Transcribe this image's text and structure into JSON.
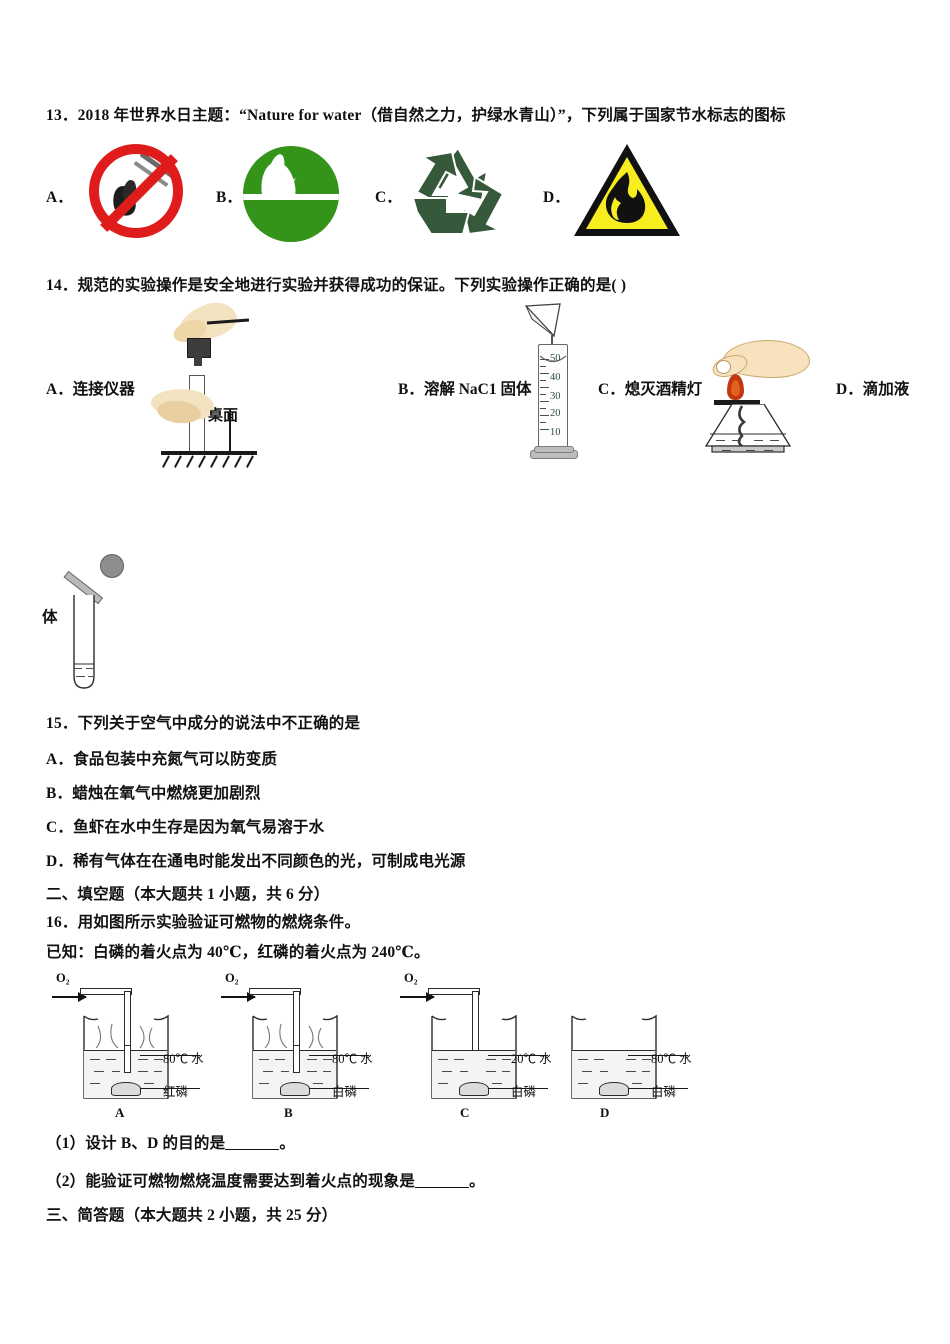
{
  "document": {
    "type": "chemistry-exam-paper",
    "language": "zh-CN"
  },
  "questions": [
    {
      "number": "13",
      "stem": "13．2018 年世界水日主题：“Nature for water（借自然之力，护绿水青山）”，下列属于国家节水标志的图标",
      "options": [
        {
          "label": "A．",
          "icon": "no-fire-icon"
        },
        {
          "label": "B．",
          "icon": "water-saving-drop-icon"
        },
        {
          "label": "C．",
          "icon": "recycling-icon"
        },
        {
          "label": "D．",
          "icon": "flammable-warning-icon"
        }
      ]
    },
    {
      "number": "14",
      "stem": "14．规范的实验操作是安全地进行实验并获得成功的保证。下列实验操作正确的是(  )",
      "options": [
        {
          "label": "A．连接仪器",
          "icon": "connect-apparatus-diagram",
          "annotation": "桌面"
        },
        {
          "label": "B．溶解 NaC1 固体",
          "icon": "graduated-cylinder-diagram",
          "scale": [
            "50",
            "40",
            "30",
            "20",
            "10"
          ]
        },
        {
          "label": "C．熄灭酒精灯",
          "icon": "extinguish-alcohol-lamp-diagram"
        },
        {
          "label": "D．滴加液",
          "icon": "dropper-test-tube-diagram",
          "continuation": "体"
        }
      ]
    },
    {
      "number": "15",
      "stem": "15．下列关于空气中成分的说法中不正确的是",
      "options": [
        {
          "label": "A．食品包装中充氮气可以防变质"
        },
        {
          "label": "B．蜡烛在氧气中燃烧更加剧烈"
        },
        {
          "label": "C．鱼虾在水中生存是因为氧气易溶于水"
        },
        {
          "label": "D．稀有气体在在通电时能发出不同颜色的光，可制成电光源"
        }
      ]
    }
  ],
  "sections": [
    {
      "title": "二、填空题（本大题共 1 小题，共 6 分）"
    },
    {
      "title": "三、简答题（本大题共 2 小题，共 25 分）"
    }
  ],
  "question16": {
    "stem": "16．用如图所示实验验证可燃物的燃烧条件。",
    "given": "已知：白磷的着火点为 40℃，红磷的着火点为 240℃。",
    "beakers": [
      {
        "letter": "A",
        "gas": "O₂",
        "has_gas_tube": true,
        "water_label": "80℃ 水",
        "sample_label": "红磷"
      },
      {
        "letter": "B",
        "gas": "O₂",
        "has_gas_tube": true,
        "water_label": "80℃ 水",
        "sample_label": "白磷"
      },
      {
        "letter": "C",
        "gas": "O₂",
        "has_gas_tube": true,
        "water_label": "20℃ 水",
        "sample_label": "白磷"
      },
      {
        "letter": "D",
        "gas": "",
        "has_gas_tube": false,
        "water_label": "80℃ 水",
        "sample_label": "白磷"
      }
    ],
    "sub_questions": [
      {
        "prefix": "（1）设计 B、D 的目的是",
        "suffix": "。"
      },
      {
        "prefix": "（2）能验证可燃物燃烧温度需要达到着火点的现象是",
        "suffix": "。"
      }
    ]
  },
  "colors": {
    "no_fire_red": "#e01b1b",
    "water_green": "#339419",
    "recycle_green": "#35593a",
    "warning_yellow": "#f7ed1f",
    "warning_black": "#111111",
    "skin": "#f2d9ac"
  }
}
